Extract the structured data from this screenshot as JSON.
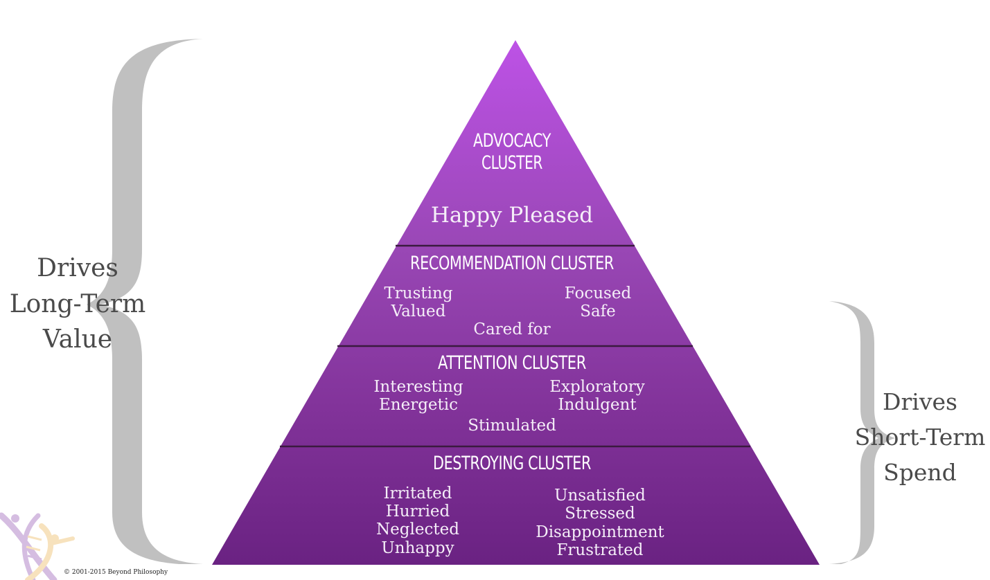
{
  "pyramid": {
    "tiers": [
      {
        "heading_lines": [
          "ADVOCACY",
          "CLUSTER"
        ],
        "left_words": [],
        "right_words": [],
        "center_words": [
          "Happy Pleased"
        ]
      },
      {
        "heading_lines": [
          "RECOMMENDATION CLUSTER"
        ],
        "left_words": [
          "Trusting",
          "Valued"
        ],
        "right_words": [
          "Focused",
          "Safe"
        ],
        "center_words": [
          "Cared for"
        ]
      },
      {
        "heading_lines": [
          "ATTENTION CLUSTER"
        ],
        "left_words": [
          "Interesting",
          "Energetic"
        ],
        "right_words": [
          "Exploratory",
          "Indulgent"
        ],
        "center_words": [
          "Stimulated"
        ]
      },
      {
        "heading_lines": [
          "DESTROYING CLUSTER"
        ],
        "left_words": [
          "Irritated",
          "Hurried",
          "Neglected",
          "Unhappy"
        ],
        "right_words": [
          "Unsatisfied",
          "Stressed",
          "Disappointment",
          "Frustrated"
        ],
        "center_words": []
      }
    ],
    "colors": {
      "top": "#bd52e6",
      "upper_mid": "#9947b5",
      "lower_mid": "#82339a",
      "bottom": "#6a2282",
      "divider": "#3a1a3f"
    }
  },
  "brackets": {
    "left_label_lines": [
      "Drives",
      "Long-Term",
      "Value"
    ],
    "right_label_lines": [
      "Drives",
      "Short-Term",
      "Spend"
    ],
    "color": "#c0c0c0"
  },
  "footer": {
    "copyright": "© 2001-2015 Beyond Philosophy",
    "logo_icon": "dna-figures-logo"
  }
}
